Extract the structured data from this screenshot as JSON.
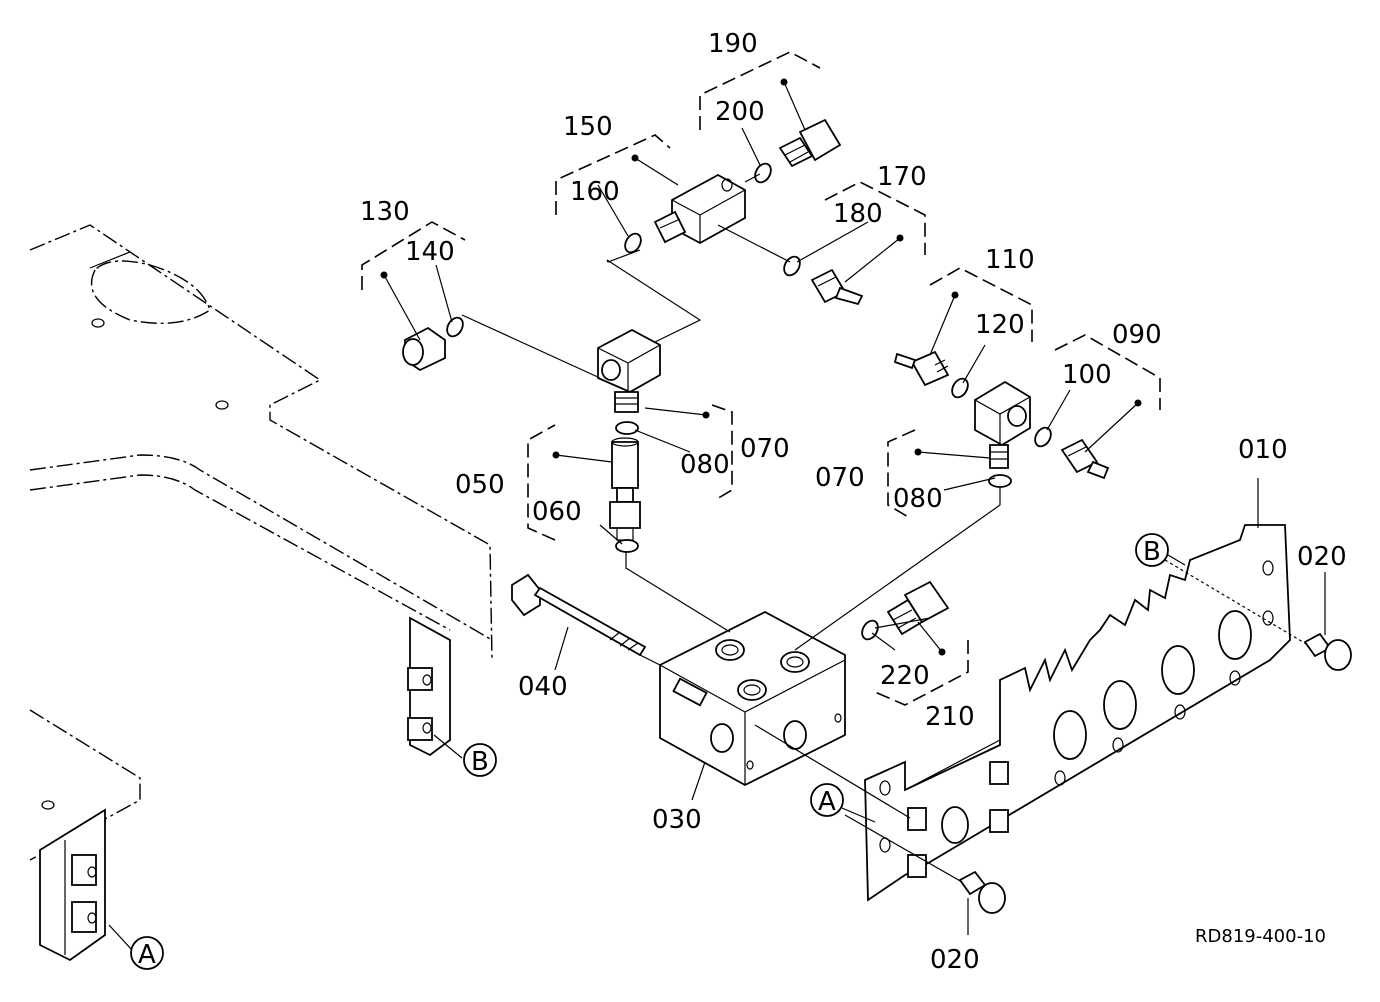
{
  "drawing_ref": "RD819-400-10",
  "callouts": [
    {
      "key": "p010",
      "text": "010"
    },
    {
      "key": "p020a",
      "text": "020"
    },
    {
      "key": "p020b",
      "text": "020"
    },
    {
      "key": "p030",
      "text": "030"
    },
    {
      "key": "p040",
      "text": "040"
    },
    {
      "key": "p050",
      "text": "050"
    },
    {
      "key": "p060",
      "text": "060"
    },
    {
      "key": "p070a",
      "text": "070"
    },
    {
      "key": "p070b",
      "text": "070"
    },
    {
      "key": "p080a",
      "text": "080"
    },
    {
      "key": "p080b",
      "text": "080"
    },
    {
      "key": "p090",
      "text": "090"
    },
    {
      "key": "p100",
      "text": "100"
    },
    {
      "key": "p110",
      "text": "110"
    },
    {
      "key": "p120",
      "text": "120"
    },
    {
      "key": "p130",
      "text": "130"
    },
    {
      "key": "p140",
      "text": "140"
    },
    {
      "key": "p150",
      "text": "150"
    },
    {
      "key": "p160",
      "text": "160"
    },
    {
      "key": "p170",
      "text": "170"
    },
    {
      "key": "p180",
      "text": "180"
    },
    {
      "key": "p190",
      "text": "190"
    },
    {
      "key": "p200",
      "text": "200"
    },
    {
      "key": "p210",
      "text": "210"
    },
    {
      "key": "p220",
      "text": "220"
    }
  ],
  "markers": [
    {
      "key": "mA1",
      "text": "A"
    },
    {
      "key": "mA2",
      "text": "A"
    },
    {
      "key": "mB1",
      "text": "B"
    },
    {
      "key": "mB2",
      "text": "B"
    }
  ]
}
